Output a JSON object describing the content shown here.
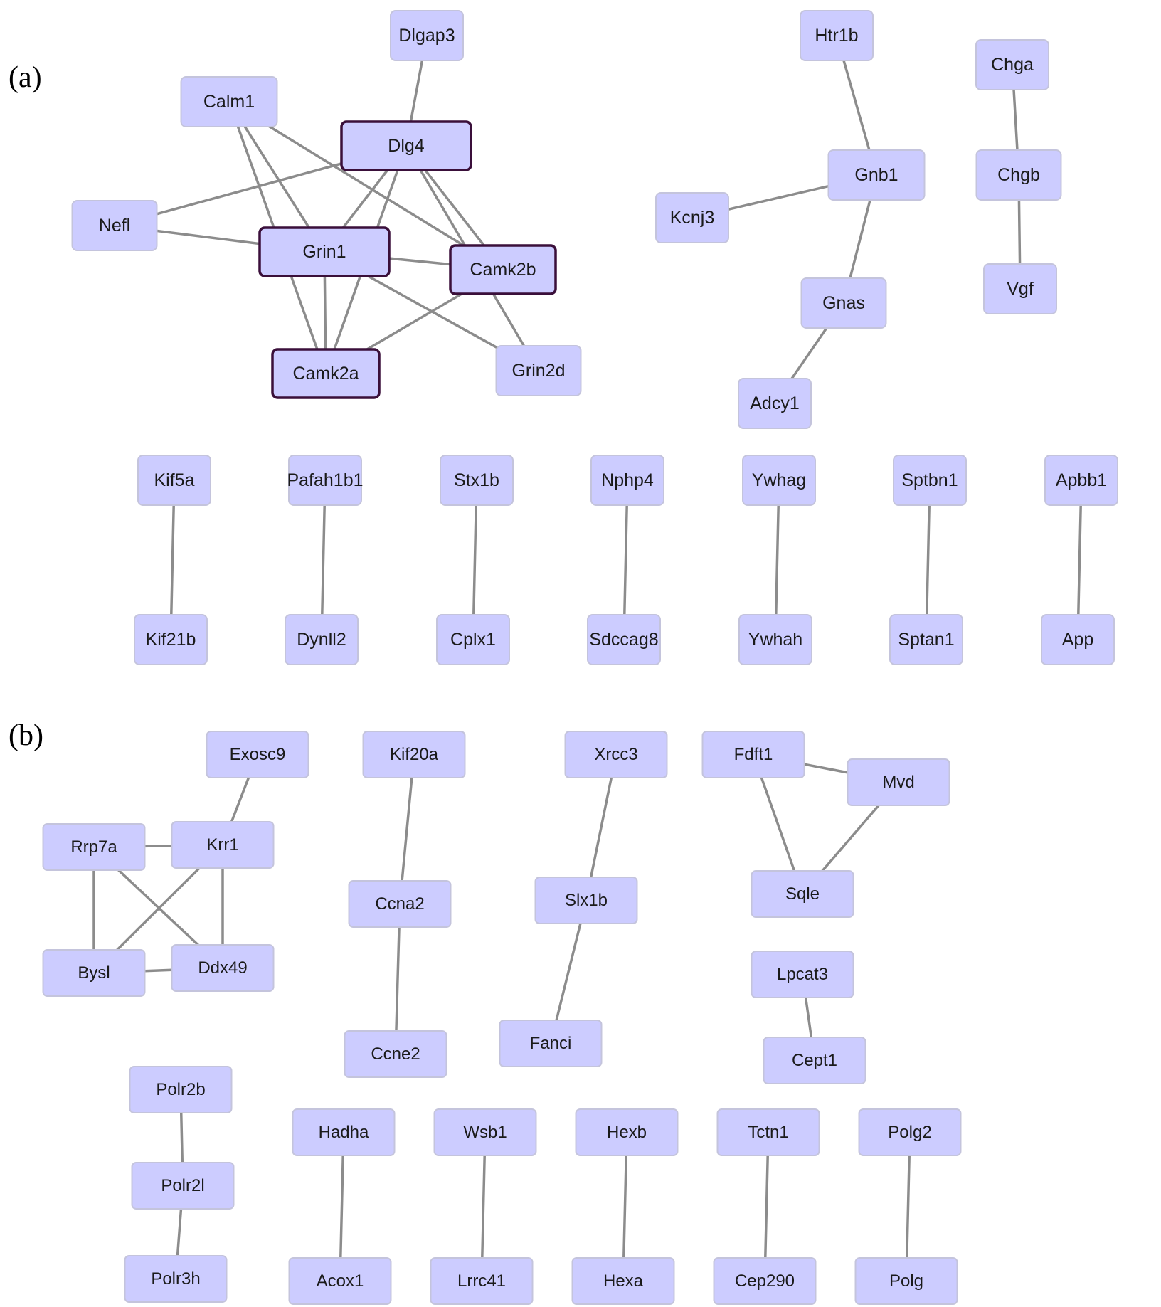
{
  "panels": [
    {
      "label": "(a)",
      "nodes": [
        {
          "id": "Dlgap3",
          "label": "Dlgap3"
        },
        {
          "id": "Calm1",
          "label": "Calm1"
        },
        {
          "id": "Dlg4",
          "label": "Dlg4",
          "highlight": true
        },
        {
          "id": "Nefl",
          "label": "Nefl"
        },
        {
          "id": "Grin1",
          "label": "Grin1",
          "highlight": true
        },
        {
          "id": "Camk2b",
          "label": "Camk2b",
          "highlight": true
        },
        {
          "id": "Camk2a",
          "label": "Camk2a",
          "highlight": true
        },
        {
          "id": "Grin2d",
          "label": "Grin2d"
        },
        {
          "id": "Htr1b",
          "label": "Htr1b"
        },
        {
          "id": "Gnb1",
          "label": "Gnb1"
        },
        {
          "id": "Kcnj3",
          "label": "Kcnj3"
        },
        {
          "id": "Gnas",
          "label": "Gnas"
        },
        {
          "id": "Adcy1",
          "label": "Adcy1"
        },
        {
          "id": "Chga",
          "label": "Chga"
        },
        {
          "id": "Chgb",
          "label": "Chgb"
        },
        {
          "id": "Vgf",
          "label": "Vgf"
        },
        {
          "id": "Kif5a",
          "label": "Kif5a"
        },
        {
          "id": "Kif21b",
          "label": "Kif21b"
        },
        {
          "id": "Pafah1b1",
          "label": "Pafah1b1"
        },
        {
          "id": "Dynll2",
          "label": "Dynll2"
        },
        {
          "id": "Stx1b",
          "label": "Stx1b"
        },
        {
          "id": "Cplx1",
          "label": "Cplx1"
        },
        {
          "id": "Nphp4",
          "label": "Nphp4"
        },
        {
          "id": "Sdccag8",
          "label": "Sdccag8"
        },
        {
          "id": "Ywhag",
          "label": "Ywhag"
        },
        {
          "id": "Ywhah",
          "label": "Ywhah"
        },
        {
          "id": "Sptbn1",
          "label": "Sptbn1"
        },
        {
          "id": "Sptan1",
          "label": "Sptan1"
        },
        {
          "id": "Apbb1",
          "label": "Apbb1"
        },
        {
          "id": "App",
          "label": "App"
        }
      ],
      "edges": [
        [
          "Dlgap3",
          "Dlg4"
        ],
        [
          "Calm1",
          "Grin1"
        ],
        [
          "Calm1",
          "Camk2a"
        ],
        [
          "Calm1",
          "Camk2b"
        ],
        [
          "Dlg4",
          "Nefl"
        ],
        [
          "Dlg4",
          "Grin1"
        ],
        [
          "Dlg4",
          "Camk2a"
        ],
        [
          "Dlg4",
          "Camk2b"
        ],
        [
          "Dlg4",
          "Grin2d"
        ],
        [
          "Nefl",
          "Grin1"
        ],
        [
          "Grin1",
          "Camk2b"
        ],
        [
          "Grin1",
          "Camk2a"
        ],
        [
          "Grin1",
          "Grin2d"
        ],
        [
          "Camk2b",
          "Camk2a"
        ],
        [
          "Htr1b",
          "Gnb1"
        ],
        [
          "Gnb1",
          "Kcnj3"
        ],
        [
          "Gnb1",
          "Gnas"
        ],
        [
          "Gnas",
          "Adcy1"
        ],
        [
          "Chga",
          "Chgb"
        ],
        [
          "Chgb",
          "Vgf"
        ],
        [
          "Kif5a",
          "Kif21b"
        ],
        [
          "Pafah1b1",
          "Dynll2"
        ],
        [
          "Stx1b",
          "Cplx1"
        ],
        [
          "Nphp4",
          "Sdccag8"
        ],
        [
          "Ywhag",
          "Ywhah"
        ],
        [
          "Sptbn1",
          "Sptan1"
        ],
        [
          "Apbb1",
          "App"
        ]
      ]
    },
    {
      "label": "(b)",
      "nodes": [
        {
          "id": "Exosc9",
          "label": "Exosc9"
        },
        {
          "id": "Rrp7a",
          "label": "Rrp7a"
        },
        {
          "id": "Krr1",
          "label": "Krr1"
        },
        {
          "id": "Bysl",
          "label": "Bysl"
        },
        {
          "id": "Ddx49",
          "label": "Ddx49"
        },
        {
          "id": "Kif20a",
          "label": "Kif20a"
        },
        {
          "id": "Ccna2",
          "label": "Ccna2"
        },
        {
          "id": "Ccne2",
          "label": "Ccne2"
        },
        {
          "id": "Xrcc3",
          "label": "Xrcc3"
        },
        {
          "id": "Slx1b",
          "label": "Slx1b"
        },
        {
          "id": "Fanci",
          "label": "Fanci"
        },
        {
          "id": "Fdft1",
          "label": "Fdft1"
        },
        {
          "id": "Mvd",
          "label": "Mvd"
        },
        {
          "id": "Sqle",
          "label": "Sqle"
        },
        {
          "id": "Lpcat3",
          "label": "Lpcat3"
        },
        {
          "id": "Cept1",
          "label": "Cept1"
        },
        {
          "id": "Polr2b",
          "label": "Polr2b"
        },
        {
          "id": "Polr2l",
          "label": "Polr2l"
        },
        {
          "id": "Polr3h",
          "label": "Polr3h"
        },
        {
          "id": "Hadha",
          "label": "Hadha"
        },
        {
          "id": "Acox1",
          "label": "Acox1"
        },
        {
          "id": "Wsb1",
          "label": "Wsb1"
        },
        {
          "id": "Lrrc41",
          "label": "Lrrc41"
        },
        {
          "id": "Hexb",
          "label": "Hexb"
        },
        {
          "id": "Hexa",
          "label": "Hexa"
        },
        {
          "id": "Tctn1",
          "label": "Tctn1"
        },
        {
          "id": "Cep290",
          "label": "Cep290"
        },
        {
          "id": "Polg2",
          "label": "Polg2"
        },
        {
          "id": "Polg",
          "label": "Polg"
        }
      ],
      "edges": [
        [
          "Exosc9",
          "Krr1"
        ],
        [
          "Rrp7a",
          "Krr1"
        ],
        [
          "Rrp7a",
          "Bysl"
        ],
        [
          "Rrp7a",
          "Ddx49"
        ],
        [
          "Krr1",
          "Bysl"
        ],
        [
          "Krr1",
          "Ddx49"
        ],
        [
          "Bysl",
          "Ddx49"
        ],
        [
          "Kif20a",
          "Ccna2"
        ],
        [
          "Ccna2",
          "Ccne2"
        ],
        [
          "Xrcc3",
          "Slx1b"
        ],
        [
          "Slx1b",
          "Fanci"
        ],
        [
          "Fdft1",
          "Mvd"
        ],
        [
          "Fdft1",
          "Sqle"
        ],
        [
          "Mvd",
          "Sqle"
        ],
        [
          "Lpcat3",
          "Cept1"
        ],
        [
          "Polr2b",
          "Polr2l"
        ],
        [
          "Polr2l",
          "Polr3h"
        ],
        [
          "Hadha",
          "Acox1"
        ],
        [
          "Wsb1",
          "Lrrc41"
        ],
        [
          "Hexb",
          "Hexa"
        ],
        [
          "Tctn1",
          "Cep290"
        ],
        [
          "Polg2",
          "Polg"
        ]
      ]
    }
  ]
}
